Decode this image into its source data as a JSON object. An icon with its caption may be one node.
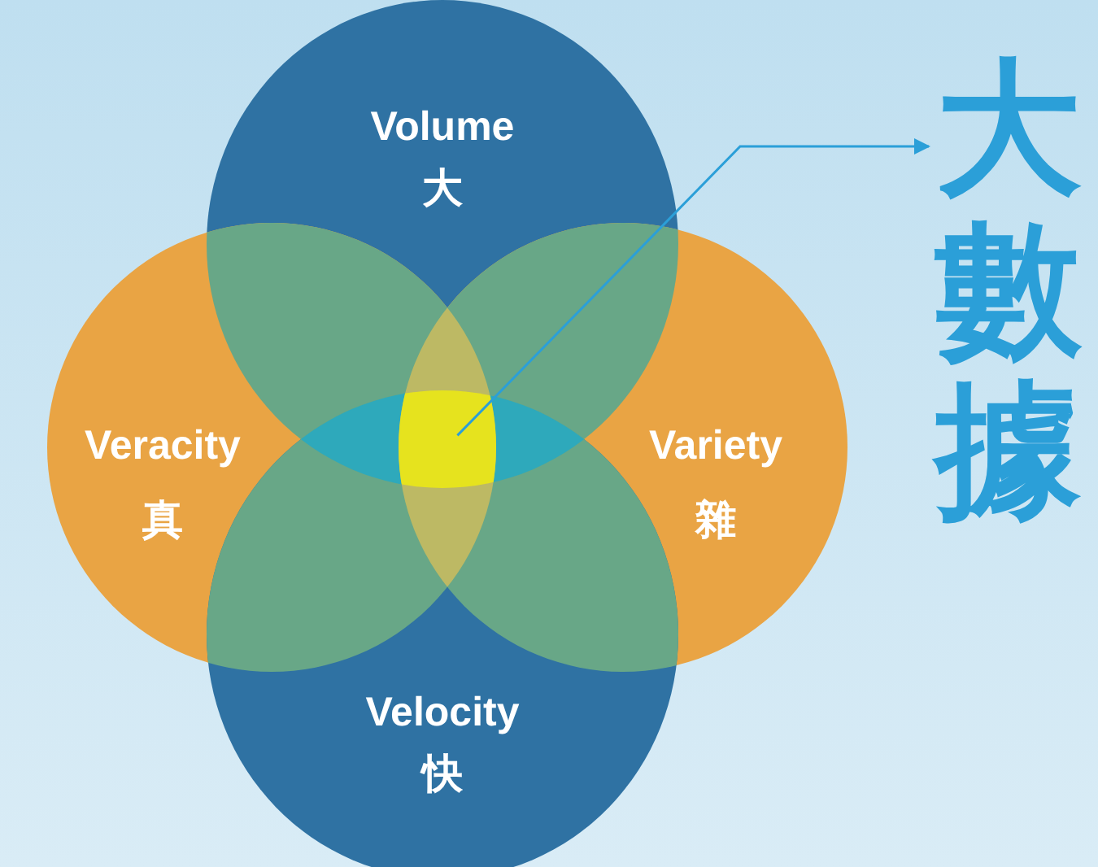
{
  "diagram": {
    "nodes": [
      {
        "text": [
          "Volume",
          "大"
        ]
      },
      {
        "text": [
          "Veracity",
          "真"
        ]
      },
      {
        "text": [
          "Variety",
          "雜"
        ]
      },
      {
        "text": [
          "Velocity",
          "快"
        ]
      },
      {
        "text": [],
        "shape": "circle"
      },
      {
        "text": [
          "大數據"
        ]
      }
    ],
    "edges": [
      {
        "from": 4,
        "to": 5,
        "arrow": "to"
      }
    ]
  }
}
